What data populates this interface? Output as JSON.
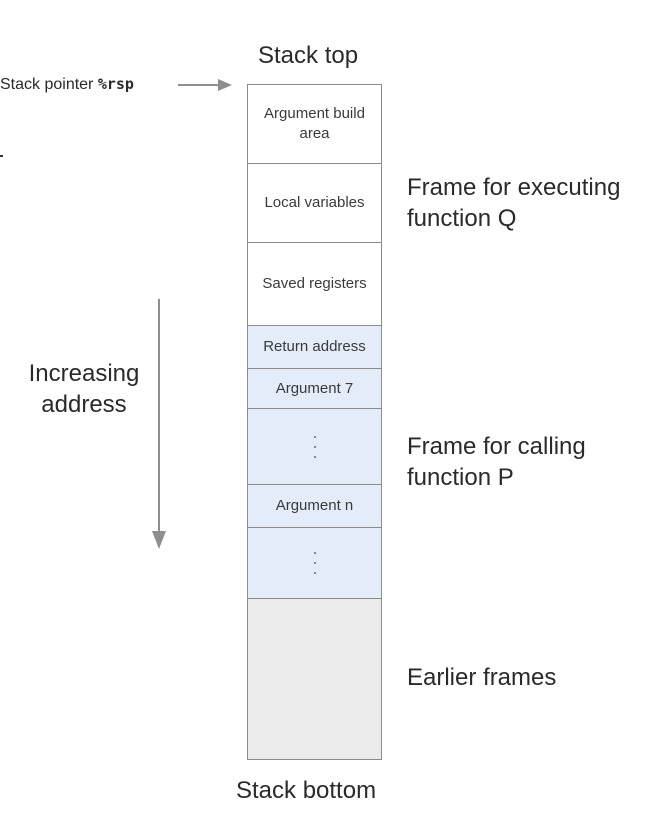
{
  "diagram": {
    "stack_top": "Stack top",
    "stack_bottom": "Stack bottom",
    "stack_pointer": {
      "text": "Stack pointer ",
      "register": "%rsp"
    },
    "increasing_address": "Increasing address",
    "cells": {
      "argument_build_area": "Argument build area",
      "local_variables": "Local variables",
      "saved_registers": "Saved registers",
      "return_address": "Return address",
      "argument_7": "Argument 7",
      "argument_n": "Argument n"
    },
    "frames": {
      "executing_q": "Frame for executing function Q",
      "calling_p": "Frame for calling function P",
      "earlier": "Earlier frames"
    },
    "colors": {
      "frame_q": "#ffffff",
      "frame_p": "#e4ecfa",
      "earlier_frames": "#ebebeb",
      "arrow": "#8e8e8e"
    }
  }
}
